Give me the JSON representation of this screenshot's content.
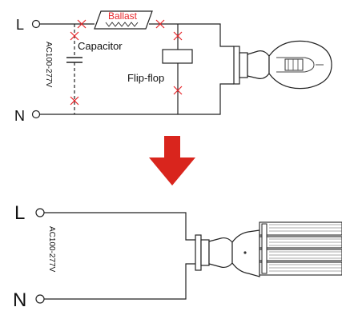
{
  "top_circuit": {
    "terminal_live": "L",
    "terminal_neutral": "N",
    "voltage": "AC100-277V",
    "ballast": "Ballast",
    "capacitor": "Capacitor",
    "flip_flop": "Flip-flop"
  },
  "bottom_circuit": {
    "terminal_live": "L",
    "terminal_neutral": "N",
    "voltage": "AC100-277V"
  },
  "colors": {
    "cross_mark": "#e8262a",
    "arrow": "#d9251d",
    "ballast_label": "#e8262a"
  }
}
